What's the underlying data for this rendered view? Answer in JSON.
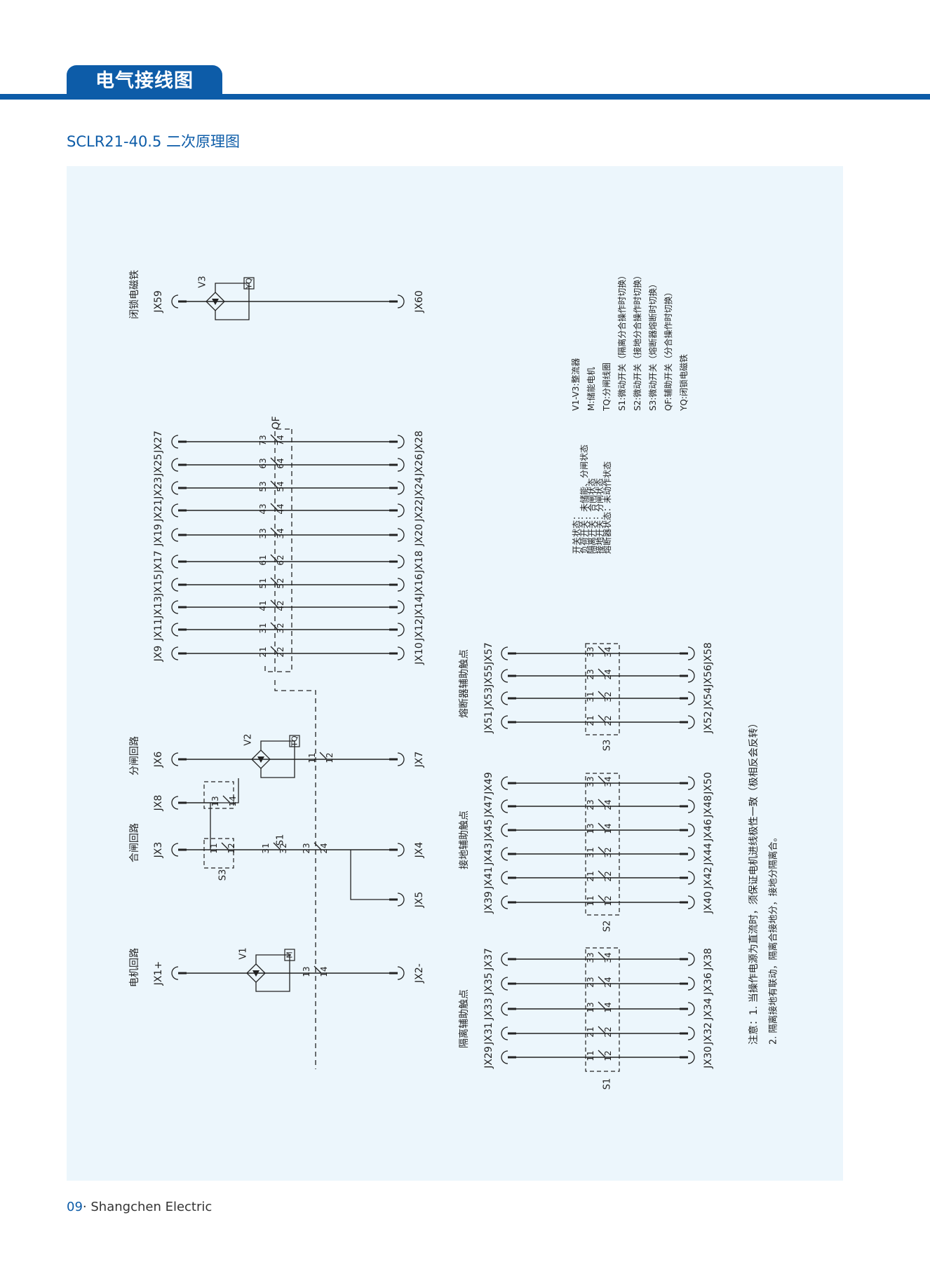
{
  "header": {
    "title": "电气接线图"
  },
  "subtitle": "SCLR21-40.5 二次原理图",
  "footer": {
    "page": "09",
    "separator": "·",
    "company": "Shangchen Electric"
  },
  "colors": {
    "brand": "#0d5ca8",
    "panel": "#ecf6fc",
    "line": "#222222"
  },
  "diagram": {
    "circuits": {
      "lock": {
        "title": "闭锁电磁铁",
        "left": "JX59",
        "right": "JX60",
        "rect": "V3",
        "coil": "YQ"
      },
      "open": {
        "title": "分闸回路",
        "left": "JX6",
        "right": "JX7",
        "rect": "V2",
        "coil": "TQ",
        "c1": "11",
        "c2": "12"
      },
      "close": {
        "title": "合闸回路",
        "j3": "JX3",
        "j8": "JX8",
        "j4": "JX4",
        "j5": "JX5",
        "s3": "S3",
        "s1": "S1",
        "c11": "11",
        "c12": "12",
        "c13": "13",
        "c14": "14",
        "c31": "31",
        "c32": "32",
        "c23": "23",
        "c24": "24"
      },
      "motor": {
        "title": "电机回路",
        "left": "JX1+",
        "right": "JX2-",
        "rect": "V1",
        "coil": "M",
        "c1": "13",
        "c2": "14"
      }
    },
    "qf": {
      "label": "QF",
      "top": [
        "JX9",
        "JX11",
        "JX13",
        "JX15",
        "JX17",
        "JX19",
        "JX21",
        "JX23",
        "JX25",
        "JX27"
      ],
      "bottom": [
        "JX10",
        "JX12",
        "JX14",
        "JX16",
        "JX18",
        "JX20",
        "JX22",
        "JX24",
        "JX26",
        "JX28"
      ],
      "c1": [
        "21",
        "31",
        "41",
        "51",
        "61",
        "33",
        "43",
        "53",
        "63",
        "73"
      ],
      "c2": [
        "22",
        "32",
        "42",
        "52",
        "62",
        "34",
        "44",
        "54",
        "64",
        "74"
      ]
    },
    "fuse": {
      "title": "熔断器辅助触点",
      "switch": "S3",
      "top": [
        "JX51",
        "JX53",
        "JX55",
        "JX57"
      ],
      "bottom": [
        "JX52",
        "JX54",
        "JX56",
        "JX58"
      ],
      "c1": [
        "21",
        "31",
        "23",
        "33"
      ],
      "c2": [
        "22",
        "32",
        "24",
        "34"
      ]
    },
    "earth": {
      "title": "接地辅助触点",
      "switch": "S2",
      "top": [
        "JX39",
        "JX41",
        "JX43",
        "JX45",
        "JX47",
        "JX49"
      ],
      "bottom": [
        "JX40",
        "JX42",
        "JX44",
        "JX46",
        "JX48",
        "JX50"
      ],
      "c1": [
        "11",
        "21",
        "31",
        "13",
        "23",
        "33"
      ],
      "c2": [
        "12",
        "22",
        "32",
        "14",
        "24",
        "34"
      ]
    },
    "isolate": {
      "title": "隔离辅助触点",
      "switch": "S1",
      "top": [
        "JX29",
        "JX31",
        "JX33",
        "JX35",
        "JX37"
      ],
      "bottom": [
        "JX30",
        "JX32",
        "JX34",
        "JX36",
        "JX38"
      ],
      "c1": [
        "11",
        "21",
        "13",
        "23",
        "33"
      ],
      "c2": [
        "12",
        "22",
        "14",
        "24",
        "34"
      ]
    },
    "state": [
      "开关状态：",
      "负荷开关：未储能、分闸状态",
      "隔离开关：合闸状态",
      "接地开关：分闸状态",
      "熔断器状态：未动作状态"
    ],
    "legend": [
      "V1-V3:整流器",
      "M:储能电机",
      "TQ:分闸线圈",
      "S1:微动开关（隔离分合操作时切换）",
      "S2:微动开关（接地分合操作时切换）",
      "S3:微动开关（熔断器熔断时切换）",
      "QF:辅助开关（分合操作时切换）",
      "YQ:闭锁电磁铁"
    ],
    "notes": [
      "注意：1. 当操作电源为直流时，须保证电机进线极性一致（极相反会反转）",
      "2. 隔离接地有联动，隔离合接地分，接地分隔离合。"
    ]
  }
}
